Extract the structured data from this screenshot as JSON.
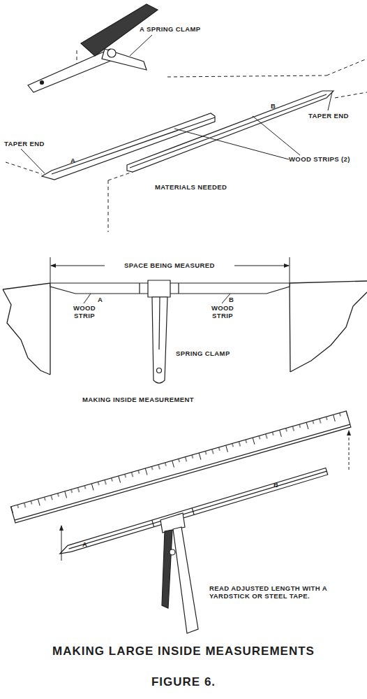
{
  "diagram": {
    "title": "MAKING LARGE INSIDE MEASUREMENTS",
    "caption": "FIGURE 6.",
    "labels": [
      "A SPRING CLAMP",
      "TAPER END",
      "A",
      "B",
      "TAPER END",
      "WOOD STRIPS (2)",
      "MATERIALS NEEDED",
      "SPACE BEING MEASURED",
      "A",
      "WOOD STRIP",
      "B",
      "WOOD STRIP",
      "SPRING CLAMP",
      "MAKING INSIDE MEASUREMENT",
      "A",
      "B",
      "READ ADJUSTED LENGTH WITH A YARDSTICK OR STEEL TAPE."
    ]
  }
}
